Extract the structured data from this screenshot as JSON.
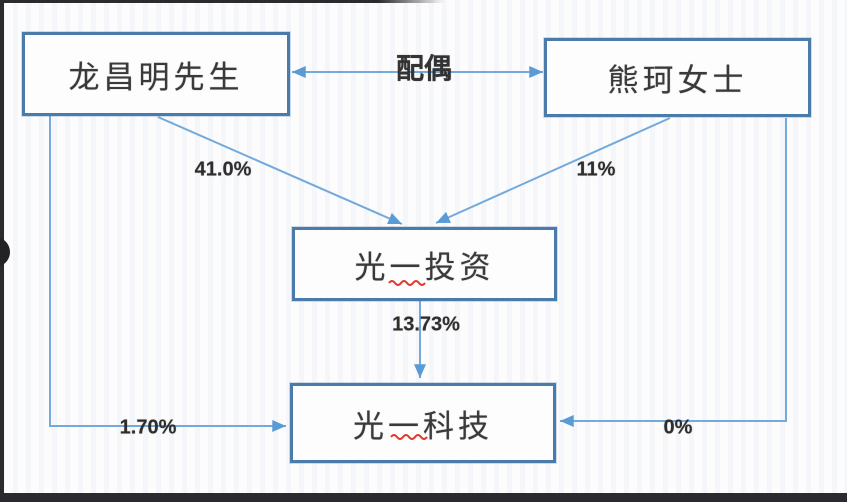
{
  "diagram": {
    "title": "equity-ownership-diagram",
    "nodes": {
      "person1": {
        "label": "龙昌明先生"
      },
      "person2": {
        "label": "熊珂女士"
      },
      "holding": {
        "label": "光一投资"
      },
      "listed": {
        "label": "光一科技"
      }
    },
    "edge_labels": {
      "spouse": "配偶",
      "person1_to_holding": "41.0%",
      "person2_to_holding": "11%",
      "holding_to_listed": "13.73%",
      "person1_to_listed": "1.70%",
      "person2_to_listed": "0%"
    },
    "colors": {
      "box_border": "#4b7bab",
      "connector_line": "#74a9dc",
      "arrowhead": "#5b9bd5",
      "node_text": "#3a3a3a",
      "label_text": "#2e2e2e",
      "spellcheck_underline": "#e0392f",
      "screen_edge_dark": "#2b2b2f",
      "background": "#fcfcfd"
    }
  }
}
